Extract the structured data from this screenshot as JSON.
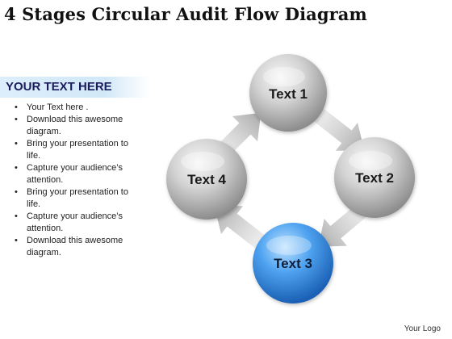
{
  "title": "4 Stages Circular Audit Flow Diagram",
  "banner": {
    "heading": "YOUR TEXT HERE"
  },
  "bullets": [
    "Your Text here .",
    "Download this awesome diagram.",
    "Bring your presentation to life.",
    "Capture your audience’s attention.",
    "Bring your presentation to life.",
    "Capture your audience’s attention.",
    "Download this awesome diagram."
  ],
  "stages": [
    {
      "label": "Text 1",
      "color": "#c9c9c9",
      "highlighted": false
    },
    {
      "label": "Text 2",
      "color": "#c9c9c9",
      "highlighted": false
    },
    {
      "label": "Text 3",
      "color": "#3a8fe3",
      "highlighted": true
    },
    {
      "label": "Text 4",
      "color": "#c9c9c9",
      "highlighted": false
    }
  ],
  "colors": {
    "banner_text": "#1c1c5c",
    "banner_bg": "#d2e8f8",
    "arrow": "#b7b7b7",
    "highlight": "#3a8fe3"
  },
  "footer": {
    "logo": "Your Logo"
  }
}
